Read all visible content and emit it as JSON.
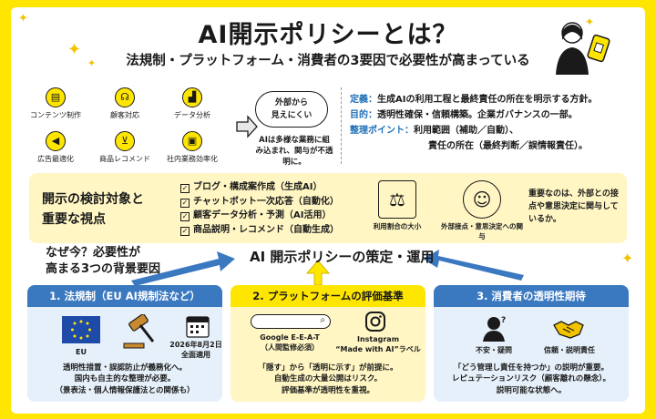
{
  "header": {
    "title": "AI開示ポリシーとは？",
    "subtitle": "法規制・プラットフォーム・消費者の3要因で必要性が高まっている"
  },
  "use_cases": [
    {
      "label": "コンテンツ制作",
      "icon": "document-icon"
    },
    {
      "label": "顧客対応",
      "icon": "headset-icon"
    },
    {
      "label": "データ分析",
      "icon": "bar-chart-icon"
    },
    {
      "label": "広告最適化",
      "icon": "megaphone-icon"
    },
    {
      "label": "商品レコメンド",
      "icon": "cart-icon"
    },
    {
      "label": "社内業務効率化",
      "icon": "briefcase-icon"
    }
  ],
  "cloud": {
    "line1": "外部から",
    "line2": "見えにくい",
    "note": "AIは多様な業務に組み込まれ、関与が不透明に。"
  },
  "definitions": {
    "def_key": "定義：",
    "def_val": "生成AIの利用工程と最終責任の所在を明示する方針。",
    "purpose_key": "目的：",
    "purpose_val": "透明性確保・信頼構築。企業ガバナンスの一部。",
    "points_key": "整理ポイント：",
    "points_val1": "利用範囲（補助／自動）、",
    "points_val2": "責任の所在（最終判断／誤情報責任）。"
  },
  "consideration": {
    "title_line1": "開示の検討対象と",
    "title_line2": "重要な視点",
    "items": [
      "ブログ・構成案作成（生成AI）",
      "チャットボット一次応答（自動化）",
      "顧客データ分析・予測（AI活用）",
      "商品説明・レコメンド（自動生成）"
    ],
    "icon1_label": "利用割合の大小",
    "icon2_label": "外部接点・意思決定への関与",
    "note": "重要なのは、外部との接点や意思決定に関与しているか。"
  },
  "why": {
    "line1": "なぜ今？必要性が",
    "line2": "高まる3つの背景要因"
  },
  "center": {
    "title": "AI 開示ポリシーの策定・運用"
  },
  "panels": {
    "law": {
      "header": "1. 法規制（EU AI規制法など）",
      "eu_label": "EU",
      "date_line1": "2026年8月2日",
      "date_line2": "全面適用",
      "text1": "透明性措置・誤認防止が義務化へ。",
      "text2": "国内も自主的な整理が必要。",
      "text3": "（景表法・個人情報保護法との関係も）"
    },
    "platform": {
      "header": "2. プラットフォームの評価基準",
      "search_placeholder": "Google E-E-A-T",
      "google_sub": "（人間監修必須）",
      "instagram_label": "Instagram",
      "instagram_sub": "“Made with AI”ラベル",
      "text1": "「隠す」から「透明に示す」が前提に。",
      "text2": "自動生成の大量公開はリスク。",
      "text3": "評価基準が透明性を重視。"
    },
    "consumer": {
      "header": "3. 消費者の透明性期待",
      "icon1_label": "不安・疑問",
      "icon2_label": "信頼・説明責任",
      "text1": "「どう管理し責任を持つか」の説明が重要。",
      "text2": "レピュテーションリスク（顧客離れの懸念）。",
      "text3": "説明可能な状態へ。"
    }
  },
  "colors": {
    "frame": "#ffe600",
    "accent_blue": "#3a78c0",
    "light_yellow": "#fff6c4",
    "light_blue": "#e6f0fa"
  }
}
